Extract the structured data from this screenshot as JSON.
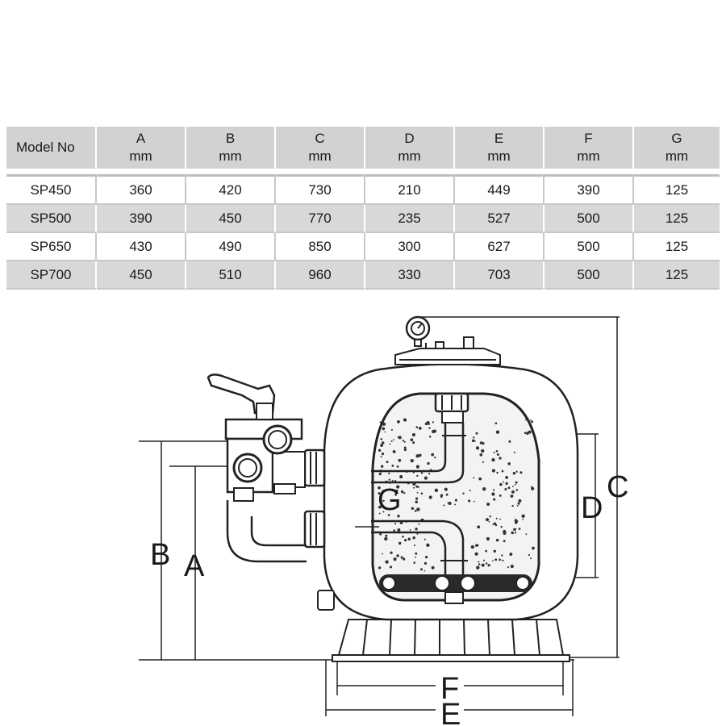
{
  "table": {
    "columns": [
      {
        "name": "Model No",
        "unit": ""
      },
      {
        "name": "A",
        "unit": "mm"
      },
      {
        "name": "B",
        "unit": "mm"
      },
      {
        "name": "C",
        "unit": "mm"
      },
      {
        "name": "D",
        "unit": "mm"
      },
      {
        "name": "E",
        "unit": "mm"
      },
      {
        "name": "F",
        "unit": "mm"
      },
      {
        "name": "G",
        "unit": "mm"
      }
    ],
    "rows": [
      [
        "SP450",
        "360",
        "420",
        "730",
        "210",
        "449",
        "390",
        "125"
      ],
      [
        "SP500",
        "390",
        "450",
        "770",
        "235",
        "527",
        "500",
        "125"
      ],
      [
        "SP650",
        "430",
        "490",
        "850",
        "300",
        "627",
        "500",
        "125"
      ],
      [
        "SP700",
        "450",
        "510",
        "960",
        "330",
        "703",
        "500",
        "125"
      ]
    ]
  },
  "diagram": {
    "labels": {
      "A": "A",
      "B": "B",
      "C": "C",
      "D": "D",
      "E": "E",
      "F": "F",
      "G": "G"
    },
    "colors": {
      "line": "#222222",
      "sand": "#f3f3f3",
      "dots": "#333333"
    }
  }
}
